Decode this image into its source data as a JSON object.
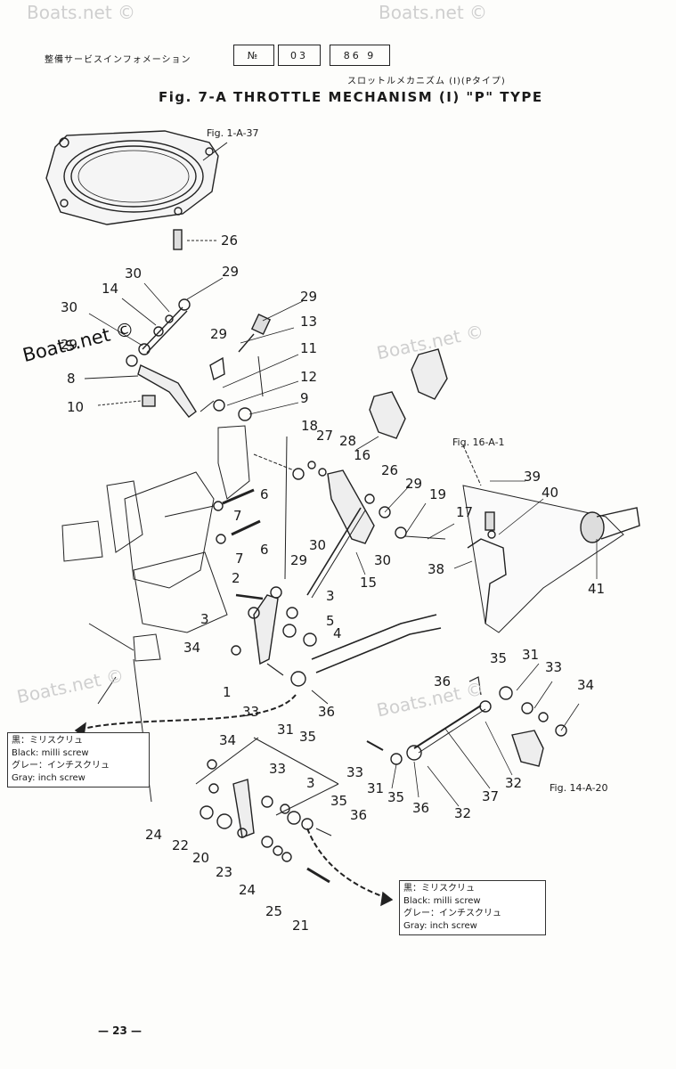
{
  "header": {
    "jp_label": "整備サービスインフォメーション",
    "box_no": "№",
    "box_code": "03",
    "box_date": "86 9"
  },
  "subtitle_jp": "スロットルメカニズム (I)(Pタイプ)",
  "title": "Fig. 7-A   THROTTLE MECHANISM (I) \"P\" TYPE",
  "refs": {
    "fig_1a37": "Fig. 1-A-37",
    "fig_16a1": "Fig. 16-A-1",
    "fig_14a20": "Fig. 14-A-20"
  },
  "watermarks": [
    "Boats.net ©",
    "Boats.net ©",
    "Boats.net ©",
    "Boats.net ©",
    "Boats.net ©",
    "Boats.net ©"
  ],
  "legend_left": {
    "jp_black": "黒：ミリスクリュ",
    "black": "Black: milli screw",
    "jp_gray": "グレー：インチスクリュ",
    "gray": "Gray: inch screw"
  },
  "legend_right": {
    "jp_black": "黒：ミリスクリュ",
    "black": "Black: milli screw",
    "jp_gray": "グレー：インチスクリュ",
    "gray": "Gray: inch screw"
  },
  "part_numbers": [
    "26",
    "30",
    "29",
    "14",
    "30",
    "29",
    "29",
    "13",
    "29",
    "11",
    "8",
    "12",
    "10",
    "9",
    "18",
    "27",
    "28",
    "16",
    "26",
    "29",
    "19",
    "17",
    "6",
    "7",
    "6",
    "7",
    "30",
    "29",
    "15",
    "30",
    "2",
    "3",
    "3",
    "5",
    "4",
    "34",
    "1",
    "33",
    "31",
    "35",
    "36",
    "39",
    "40",
    "38",
    "41",
    "35",
    "31",
    "33",
    "34",
    "36",
    "32",
    "37",
    "32",
    "31",
    "35",
    "36",
    "34",
    "33",
    "3",
    "35",
    "36",
    "33",
    "24",
    "22",
    "20",
    "23",
    "24",
    "25",
    "21"
  ],
  "page_number": "— 23 —"
}
